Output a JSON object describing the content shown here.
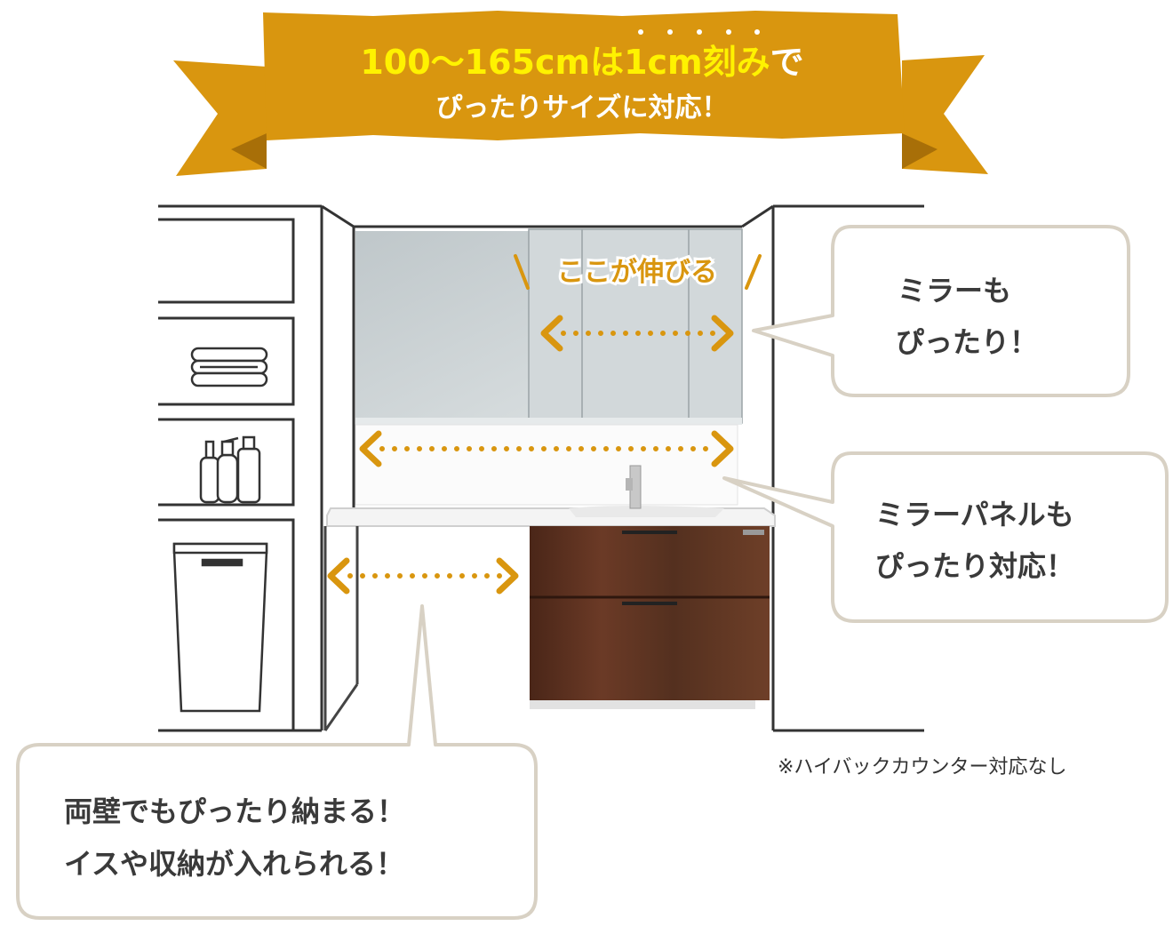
{
  "banner": {
    "line1_yellow": "100〜165cmは1cm刻み",
    "line1_white": "で",
    "line2": "ぴったりサイズに対応！",
    "emphasis_dots": 5,
    "colors": {
      "ribbon": "#d9960f",
      "highlight": "#fff200",
      "text": "#ffffff"
    }
  },
  "stretch_label": "ここが伸びる",
  "bubbles": {
    "mirror": [
      "ミラーも",
      "ぴったり！"
    ],
    "panel": [
      "ミラーパネルも",
      "ぴったり対応！"
    ],
    "walls": [
      "両壁でもぴったり納まる！",
      "イスや収納が入れられる！"
    ]
  },
  "note": "※ハイバックカウンター対応なし",
  "colors": {
    "arrow": "#d9960f",
    "bubble_border": "#d8d1c4",
    "line": "#333333",
    "wood": "#5a3020",
    "mirror": "#c9d0d2"
  }
}
